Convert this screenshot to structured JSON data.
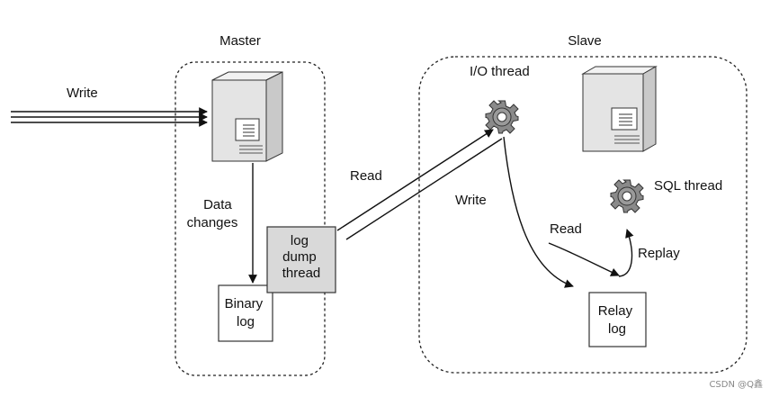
{
  "master": {
    "title": "Master",
    "write_label": "Write",
    "data_changes_line1": "Data",
    "data_changes_line2": "changes",
    "binlog_line1": "Binary",
    "binlog_line2": "log",
    "dump_line1": "log",
    "dump_line2": "dump",
    "dump_line3": "thread"
  },
  "link": {
    "read_label": "Read"
  },
  "slave": {
    "title": "Slave",
    "io_thread_label": "I/O thread",
    "sql_thread_label": "SQL thread",
    "write_label": "Write",
    "read_label": "Read",
    "replay_label": "Replay",
    "relay_line1": "Relay",
    "relay_line2": "log"
  },
  "watermark": "CSDN @Q鑫",
  "colors": {
    "line": "#111111",
    "server_fill": "#e4e4e4",
    "dump_fill": "#d9d9d9",
    "gear_fill": "#8a8a8a"
  }
}
